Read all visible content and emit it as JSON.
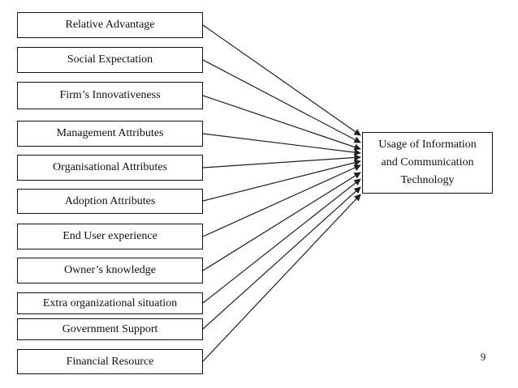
{
  "slide": {
    "background_color": "#ffffff",
    "page_number": "9"
  },
  "diagram": {
    "type": "factor-convergence-diagram",
    "description": "Eleven factor boxes connected by arrows pointing to one outcome box",
    "factors": [
      "Relative Advantage",
      "Social Expectation",
      "Firm’s Innovativeness",
      "Management Attributes",
      "Organisational Attributes",
      "Adoption Attributes",
      "End User experience",
      "Owner’s knowledge",
      "Extra organizational situation",
      "Government Support",
      "Financial Resource"
    ],
    "target": {
      "label": "Usage of Information and Communication Technology",
      "lines": [
        "Usage of Information",
        "and Communication",
        "Technology"
      ]
    },
    "connections": [
      {
        "from": "Relative Advantage",
        "to": "Usage of Information and Communication Technology"
      },
      {
        "from": "Social Expectation",
        "to": "Usage of Information and Communication Technology"
      },
      {
        "from": "Firm’s Innovativeness",
        "to": "Usage of Information and Communication Technology"
      },
      {
        "from": "Management Attributes",
        "to": "Usage of Information and Communication Technology"
      },
      {
        "from": "Organisational Attributes",
        "to": "Usage of Information and Communication Technology"
      },
      {
        "from": "Adoption Attributes",
        "to": "Usage of Information and Communication Technology"
      },
      {
        "from": "End User experience",
        "to": "Usage of Information and Communication Technology"
      },
      {
        "from": "Owner’s knowledge",
        "to": "Usage of Information and Communication Technology"
      },
      {
        "from": "Extra organizational situation",
        "to": "Usage of Information and Communication Technology"
      },
      {
        "from": "Government Support",
        "to": "Usage of Information and Communication Technology"
      },
      {
        "from": "Financial Resource",
        "to": "Usage of Information and Communication Technology"
      }
    ],
    "colors": {
      "box_border": "#111111",
      "box_fill": "#ffffff",
      "text": "#111111",
      "arrow": "#1f1f1f",
      "background": "#ffffff"
    }
  }
}
